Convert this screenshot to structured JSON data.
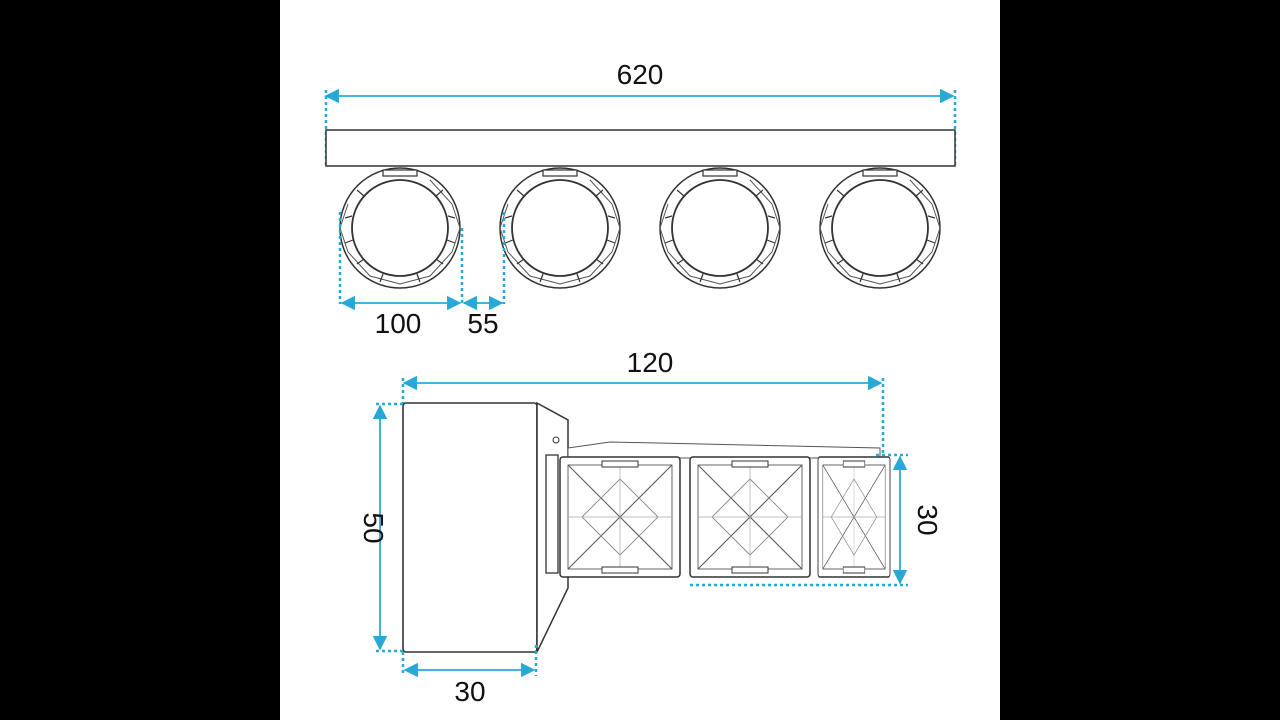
{
  "colors": {
    "dimension": "#29a8d8",
    "outline": "#333333",
    "background": "#ffffff",
    "margin": "#000000"
  },
  "front_view": {
    "total_length": "620",
    "lamp_width": "100",
    "lamp_gap": "55",
    "lamp_count": 4
  },
  "side_view": {
    "projection": "120",
    "height": "50",
    "base_depth": "30",
    "crystal_height": "30"
  }
}
